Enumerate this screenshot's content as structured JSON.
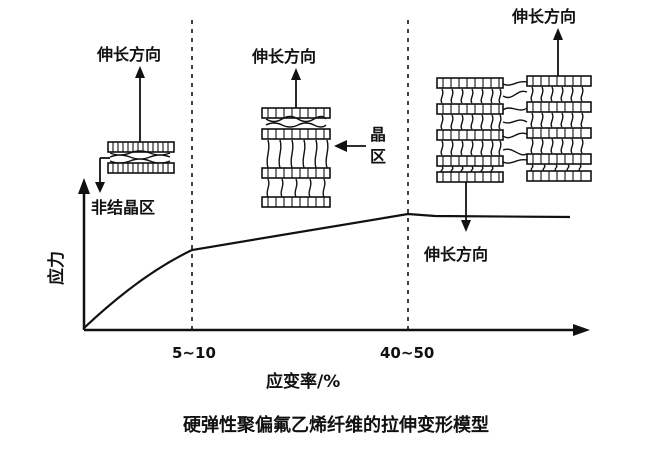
{
  "labels": {
    "stretch_direction_1": "伸长方向",
    "stretch_direction_2": "伸长方向",
    "stretch_direction_3": "伸长方向",
    "stretch_direction_4": "伸长方向",
    "amorphous_region": "非结晶区",
    "crystal_region_char_1": "晶",
    "crystal_region_char_2": "区",
    "y_axis_label": "应力",
    "x_axis_label": "应变率/%",
    "x_tick_1": "5~10",
    "x_tick_2": "40~50",
    "caption": "硬弹性聚偏氟乙烯纤维的拉伸变形模型"
  },
  "colors": {
    "ink": "#111111",
    "background": "#ffffff"
  }
}
